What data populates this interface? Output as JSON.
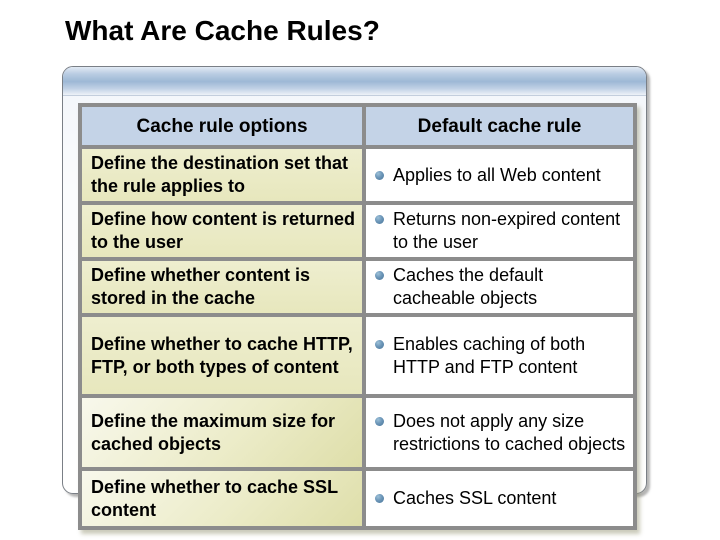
{
  "slide": {
    "title": "What Are Cache Rules?"
  },
  "table": {
    "headers": {
      "options": "Cache rule options",
      "default": "Default cache rule"
    },
    "rows": [
      {
        "option": "Define the destination set that the rule applies to",
        "default": "Applies to all Web content"
      },
      {
        "option": "Define how content is returned to the user",
        "default": "Returns non-expired content to the user"
      },
      {
        "option": "Define whether content is stored in the cache",
        "default": "Caches the default cacheable objects"
      },
      {
        "option": "Define whether to cache HTTP, FTP, or both types of content",
        "default": "Enables caching of both HTTP and FTP content"
      },
      {
        "option": "Define the maximum size for cached objects",
        "default": "Does not apply any size restrictions to cached objects"
      },
      {
        "option": "Define whether to cache SSL content",
        "default": "Caches SSL content"
      }
    ]
  },
  "colors": {
    "header_bg": "#c4d3e7",
    "option_bg": "#e7e7bd",
    "table_border": "#8c8c8c",
    "bullet": "#5d89ae",
    "panel_bar_blue": "#9db8d5",
    "title_text": "#000000"
  }
}
